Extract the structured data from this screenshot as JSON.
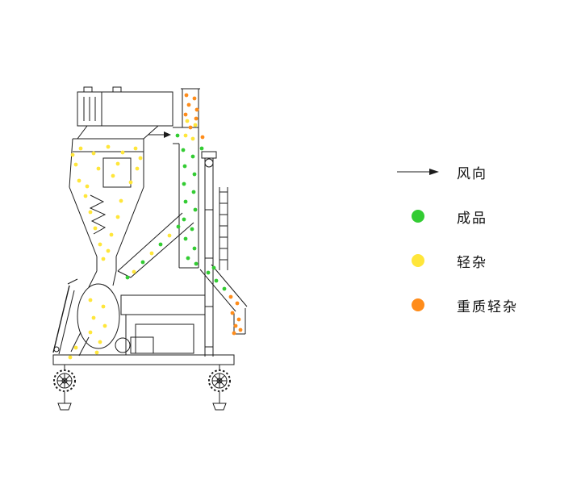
{
  "page": {
    "background": "#ffffff"
  },
  "legend": {
    "items": [
      {
        "id": "wind-direction",
        "symbol": "arrow",
        "color": "line",
        "label": "风向"
      },
      {
        "id": "finished-product",
        "symbol": "dot",
        "color": "green",
        "label": "成品"
      },
      {
        "id": "light-impurity",
        "symbol": "dot",
        "color": "yellow",
        "label": "轻杂"
      },
      {
        "id": "heavy-light-impurity",
        "symbol": "dot",
        "color": "orange",
        "label": "重质轻杂"
      }
    ]
  },
  "colors": {
    "green": "#33cc33",
    "yellow": "#ffe63a",
    "orange": "#ff8c1a",
    "line": "#1c1c1c"
  }
}
